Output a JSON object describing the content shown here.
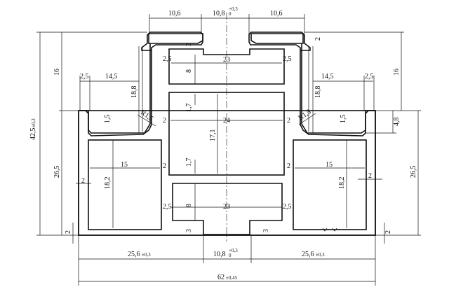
{
  "labels": {
    "top_left_width": "10,6",
    "top_center_width": "10,8",
    "top_center_tol_upper": "+0,3",
    "top_center_tol_lower": "0",
    "top_right_width": "10,6",
    "total_height": "42,5",
    "total_height_tol": "±0,3",
    "left_16": "16",
    "right_16": "16",
    "left_2_5_a": "2,5",
    "left_14_5": "14,5",
    "right_14_5": "14,5",
    "right_2_5_a": "2,5",
    "left_18_8": "18,8",
    "right_18_8": "18,8",
    "slot_3_top": "3",
    "slot_2_5_tl": "2,5",
    "slot_2_5_tr": "2,5",
    "slot_8_top": "8",
    "slot_23_top": "23",
    "slot_2_right_top": "2",
    "left_R15": "R1,5",
    "right_R15": "R1,5",
    "left_1_5": "1,5",
    "right_1_5": "1,5",
    "right_4_8": "4,8",
    "inner_2_left": "2",
    "inner_2_right": "2",
    "center_1_7_top": "1,7",
    "center_24": "24",
    "center_17_1": "17,1",
    "center_1_7_bottom": "1,7",
    "left_26_5": "26,5",
    "right_26_5": "26,5",
    "left_2": "2",
    "right_2": "2",
    "left_15": "15",
    "right_15": "15",
    "inner_2_left_b": "2",
    "inner_2_right_b": "2",
    "left_18_2": "18,2",
    "right_18_2": "18,2",
    "slot_8_bottom": "8",
    "slot_23_bottom": "23",
    "slot_2_5_bl": "2,5",
    "slot_2_5_br": "2,5",
    "slot_3_bottom_left": "3",
    "slot_3_bottom_right": "3",
    "bottom_left_2": "2",
    "bottom_right_2": "2",
    "bottom_left_width": "25,6",
    "bottom_left_tol": "±0,3",
    "bottom_center_width": "10,8",
    "bottom_center_tol_upper": "+0,3",
    "bottom_center_tol_lower": "0",
    "bottom_right_width": "25,6",
    "bottom_right_tol": "±0,3",
    "overall_width": "62",
    "overall_width_tol": "±0,45"
  }
}
